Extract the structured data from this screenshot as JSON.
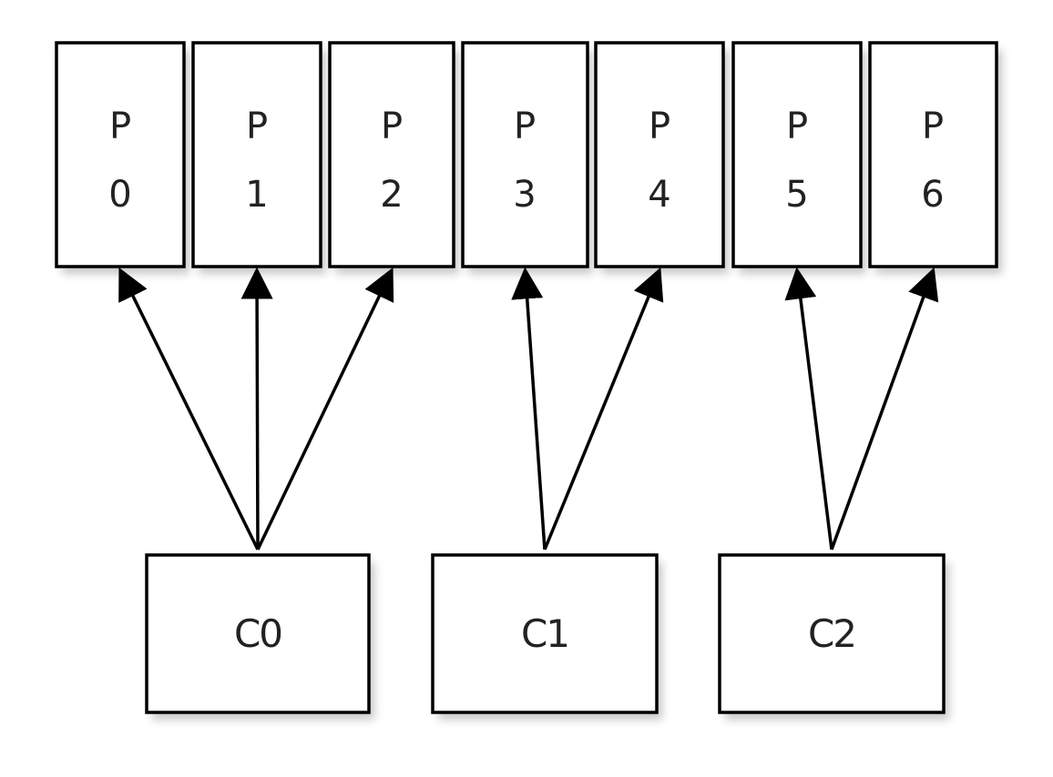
{
  "partitions": [
    {
      "id": "P0",
      "line1": "P",
      "line2": "0"
    },
    {
      "id": "P1",
      "line1": "P",
      "line2": "1"
    },
    {
      "id": "P2",
      "line1": "P",
      "line2": "2"
    },
    {
      "id": "P3",
      "line1": "P",
      "line2": "3"
    },
    {
      "id": "P4",
      "line1": "P",
      "line2": "4"
    },
    {
      "id": "P5",
      "line1": "P",
      "line2": "5"
    },
    {
      "id": "P6",
      "line1": "P",
      "line2": "6"
    }
  ],
  "consumers": [
    {
      "id": "C0",
      "label": "C0",
      "assigned": [
        "P0",
        "P1",
        "P2"
      ]
    },
    {
      "id": "C1",
      "label": "C1",
      "assigned": [
        "P3",
        "P4"
      ]
    },
    {
      "id": "C2",
      "label": "C2",
      "assigned": [
        "P5",
        "P6"
      ]
    }
  ],
  "colors": {
    "stroke": "#000000",
    "fill": "#ffffff",
    "text": "#222222",
    "background": "#ffffff"
  }
}
